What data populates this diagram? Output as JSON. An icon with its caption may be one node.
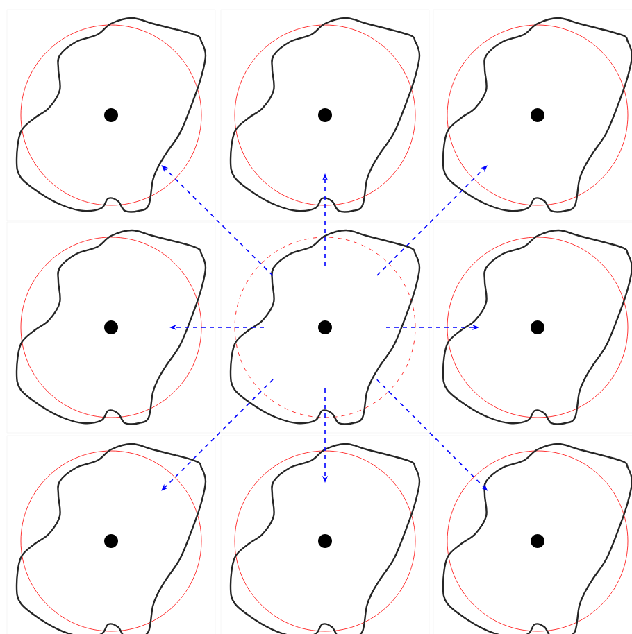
{
  "diagram": {
    "nodes": [
      {
        "text": [],
        "shape": "circle"
      },
      {
        "text": [],
        "shape": "circle"
      },
      {
        "text": [],
        "shape": "circle"
      },
      {
        "text": [],
        "shape": "circle"
      },
      {
        "text": [],
        "shape": "circle"
      },
      {
        "text": [],
        "shape": "circle"
      },
      {
        "text": [],
        "shape": "circle"
      },
      {
        "text": [],
        "shape": "circle"
      },
      {
        "text": [],
        "shape": "circle"
      }
    ],
    "edges": [
      {
        "from": 4,
        "to": 0,
        "arrow": "to",
        "style": "dashed"
      },
      {
        "from": 4,
        "to": 1,
        "arrow": "to",
        "style": "dashed"
      },
      {
        "from": 4,
        "to": 2,
        "arrow": "to",
        "style": "dashed"
      },
      {
        "from": 4,
        "to": 3,
        "arrow": "to",
        "style": "dashed"
      },
      {
        "from": 4,
        "to": 5,
        "arrow": "to",
        "style": "dashed"
      },
      {
        "from": 4,
        "to": 6,
        "arrow": "to",
        "style": "dashed"
      },
      {
        "from": 4,
        "to": 7,
        "arrow": "to",
        "style": "dashed"
      },
      {
        "from": 4,
        "to": 8,
        "arrow": "to",
        "style": "dashed"
      }
    ]
  }
}
